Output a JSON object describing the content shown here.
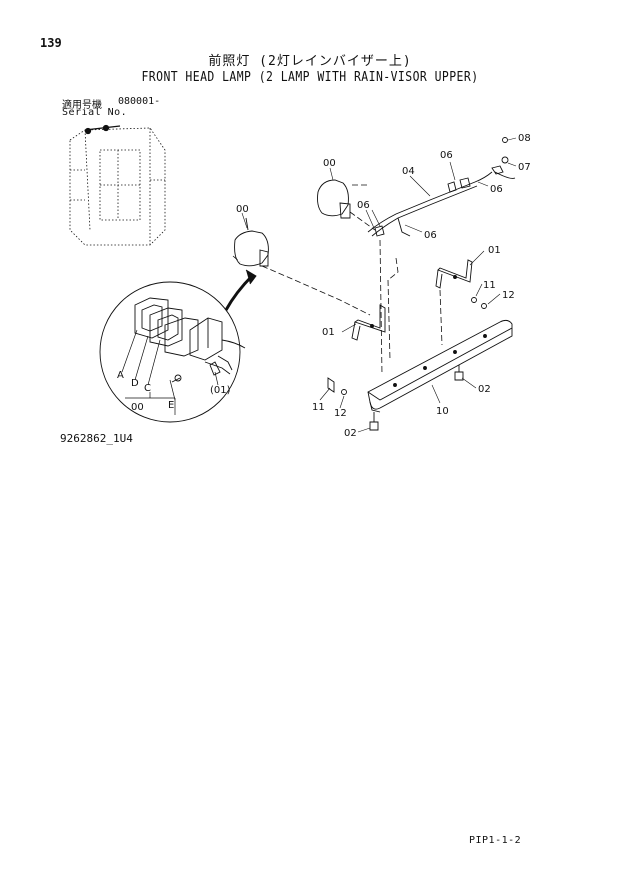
{
  "header": {
    "page_number": "139",
    "title_jp": "前照灯 (2灯レインバイザー上)",
    "title_en": "FRONT HEAD LAMP (2 LAMP WITH RAIN-VISOR UPPER)",
    "serial_label_jp": "適用号機",
    "serial_label_en": "Serial No.",
    "serial_value": "080001-"
  },
  "callouts": {
    "c00a": "00",
    "c00b": "00",
    "c00c": "00",
    "c01a": "01",
    "c01b": "01",
    "c01c": "(01)",
    "c02a": "02",
    "c02b": "02",
    "c04": "04",
    "c06a": "06",
    "c06b": "06",
    "c06c": "06",
    "c06d": "06",
    "c07": "07",
    "c08": "08",
    "c10": "10",
    "c11a": "11",
    "c11b": "11",
    "c12a": "12",
    "c12b": "12",
    "cA": "A",
    "cC": "C",
    "cD": "D",
    "cE": "E"
  },
  "footer": {
    "drawing_code": "9262862_1U4",
    "sheet_code": "PIP1-1-2"
  }
}
